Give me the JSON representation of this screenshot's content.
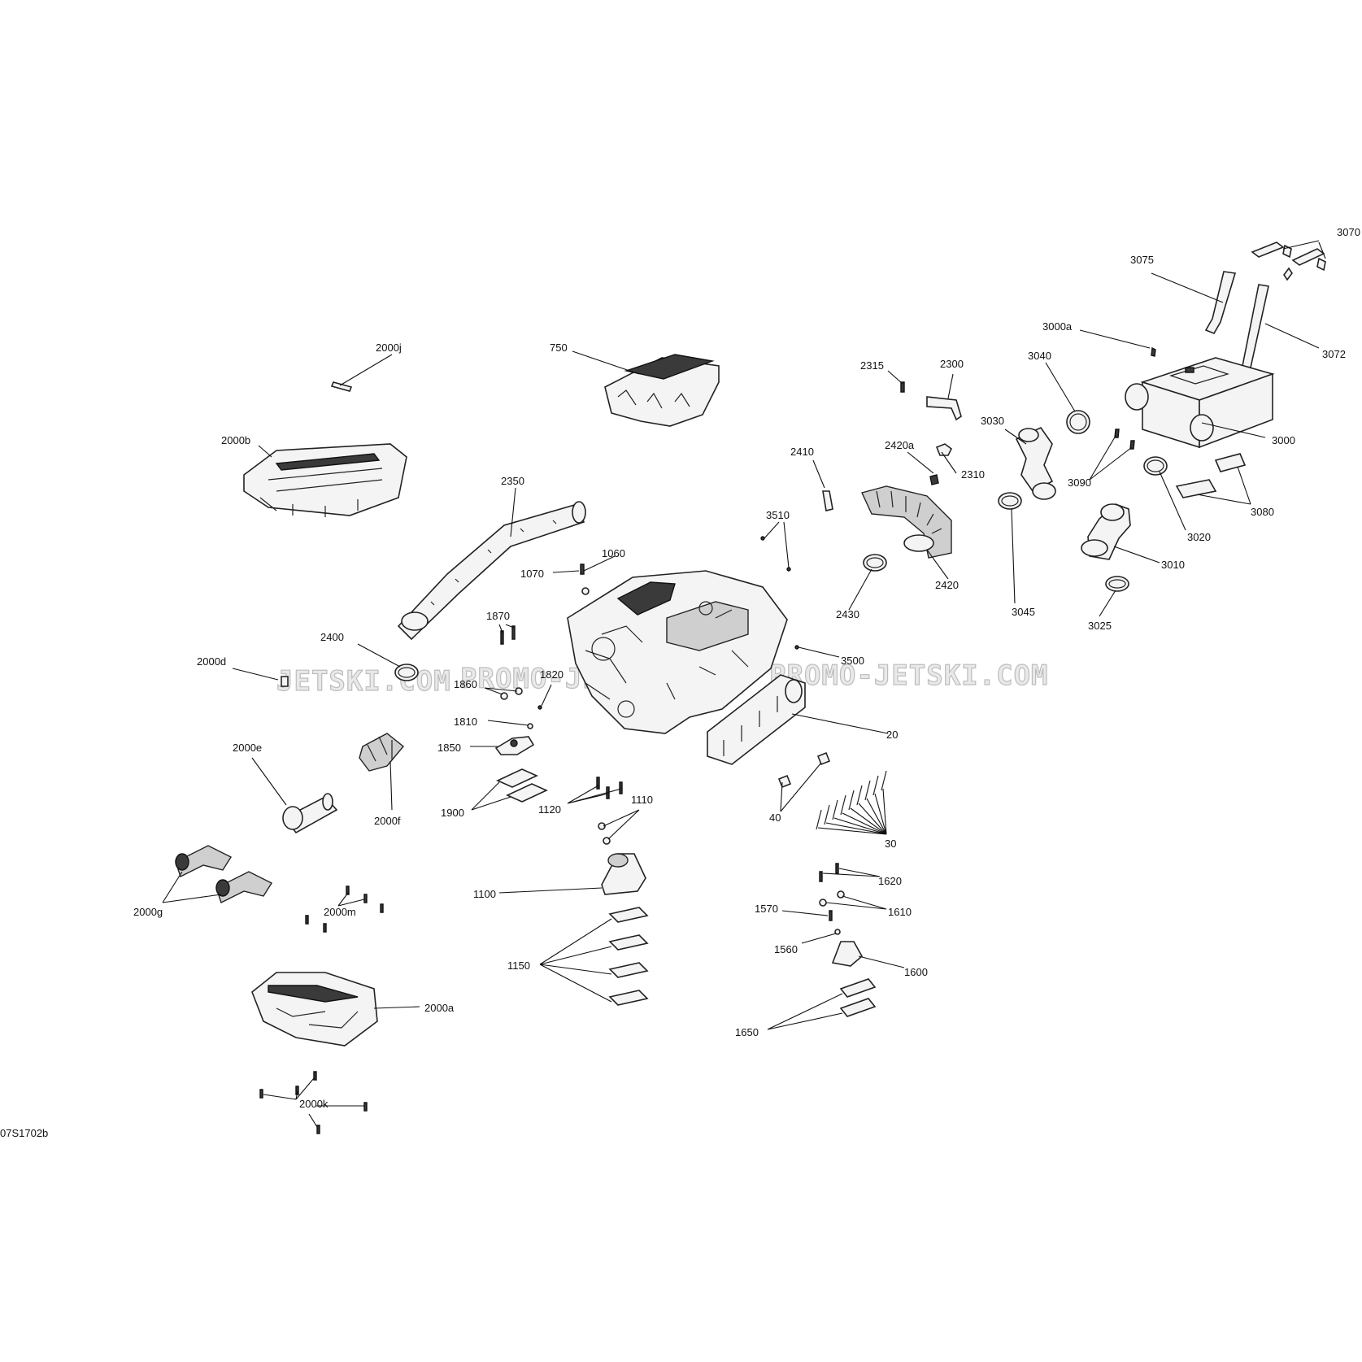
{
  "watermark": "PROMO-JETSKI.COM",
  "watermark_partial": "JETSKI.COM",
  "drawing_code": "07S1702b",
  "callouts": {
    "c3070": "3070",
    "c3075": "3075",
    "c3072": "3072",
    "c3000a": "3000a",
    "c3040": "3040",
    "c3000": "3000",
    "c3030": "3030",
    "c3090": "3090",
    "c3020": "3020",
    "c3080": "3080",
    "c3010": "3010",
    "c3045": "3045",
    "c3025": "3025",
    "c2315": "2315",
    "c2300": "2300",
    "c2420a": "2420a",
    "c2310": "2310",
    "c2410": "2410",
    "c2420": "2420",
    "c2430": "2430",
    "c3510": "3510",
    "c3500": "3500",
    "c750": "750",
    "c2000j": "2000j",
    "c2000b": "2000b",
    "c2350": "2350",
    "c1060": "1060",
    "c1070": "1070",
    "c1870": "1870",
    "c2400": "2400",
    "c2000d": "2000d",
    "c1860": "1860",
    "c1820": "1820",
    "c1810": "1810",
    "c1850": "1850",
    "c20": "20",
    "c2000e": "2000e",
    "c2000f": "2000f",
    "c1900": "1900",
    "c1120": "1120",
    "c1110": "1110",
    "c40": "40",
    "c30": "30",
    "c2000g": "2000g",
    "c2000m": "2000m",
    "c1100": "1100",
    "c1620": "1620",
    "c1610": "1610",
    "c1570": "1570",
    "c1560": "1560",
    "c1600": "1600",
    "c1150": "1150",
    "c2000a": "2000a",
    "c1650": "1650",
    "c2000k": "2000k"
  }
}
